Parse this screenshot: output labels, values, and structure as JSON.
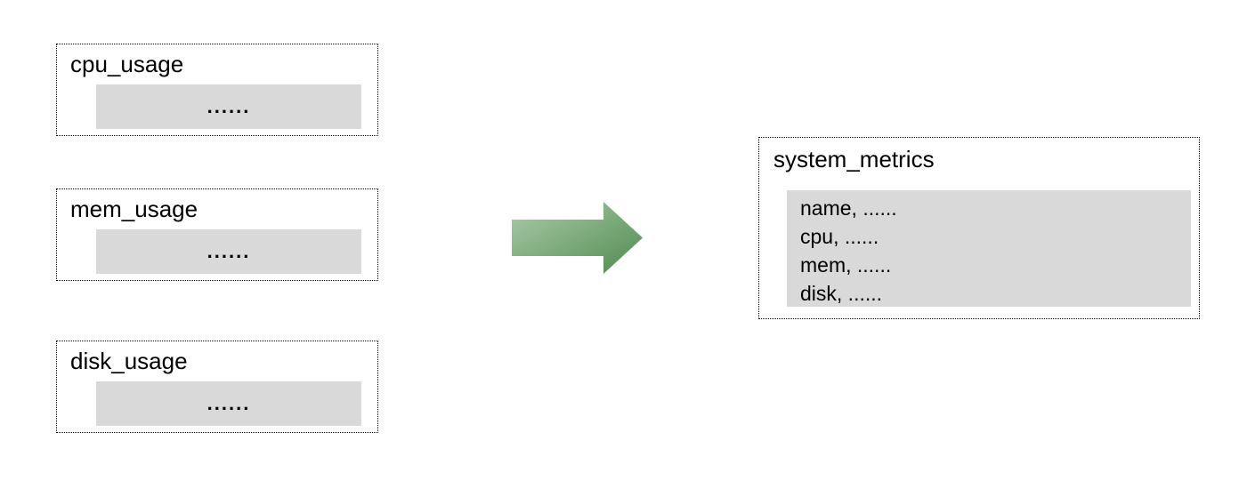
{
  "diagram": {
    "source_tables": [
      {
        "title": "cpu_usage",
        "placeholder": "......"
      },
      {
        "title": "mem_usage",
        "placeholder": "......"
      },
      {
        "title": "disk_usage",
        "placeholder": "......"
      }
    ],
    "arrow": {
      "direction": "right",
      "gradient_from": "#aecbaa",
      "gradient_to": "#4e8b50"
    },
    "result_table": {
      "title": "system_metrics",
      "rows": [
        "name, ......",
        "cpu, ......",
        "mem, ......",
        "disk, ......"
      ]
    },
    "colors": {
      "bar_fill": "#d9d9d9",
      "border": "#000000",
      "background": "#ffffff"
    }
  }
}
